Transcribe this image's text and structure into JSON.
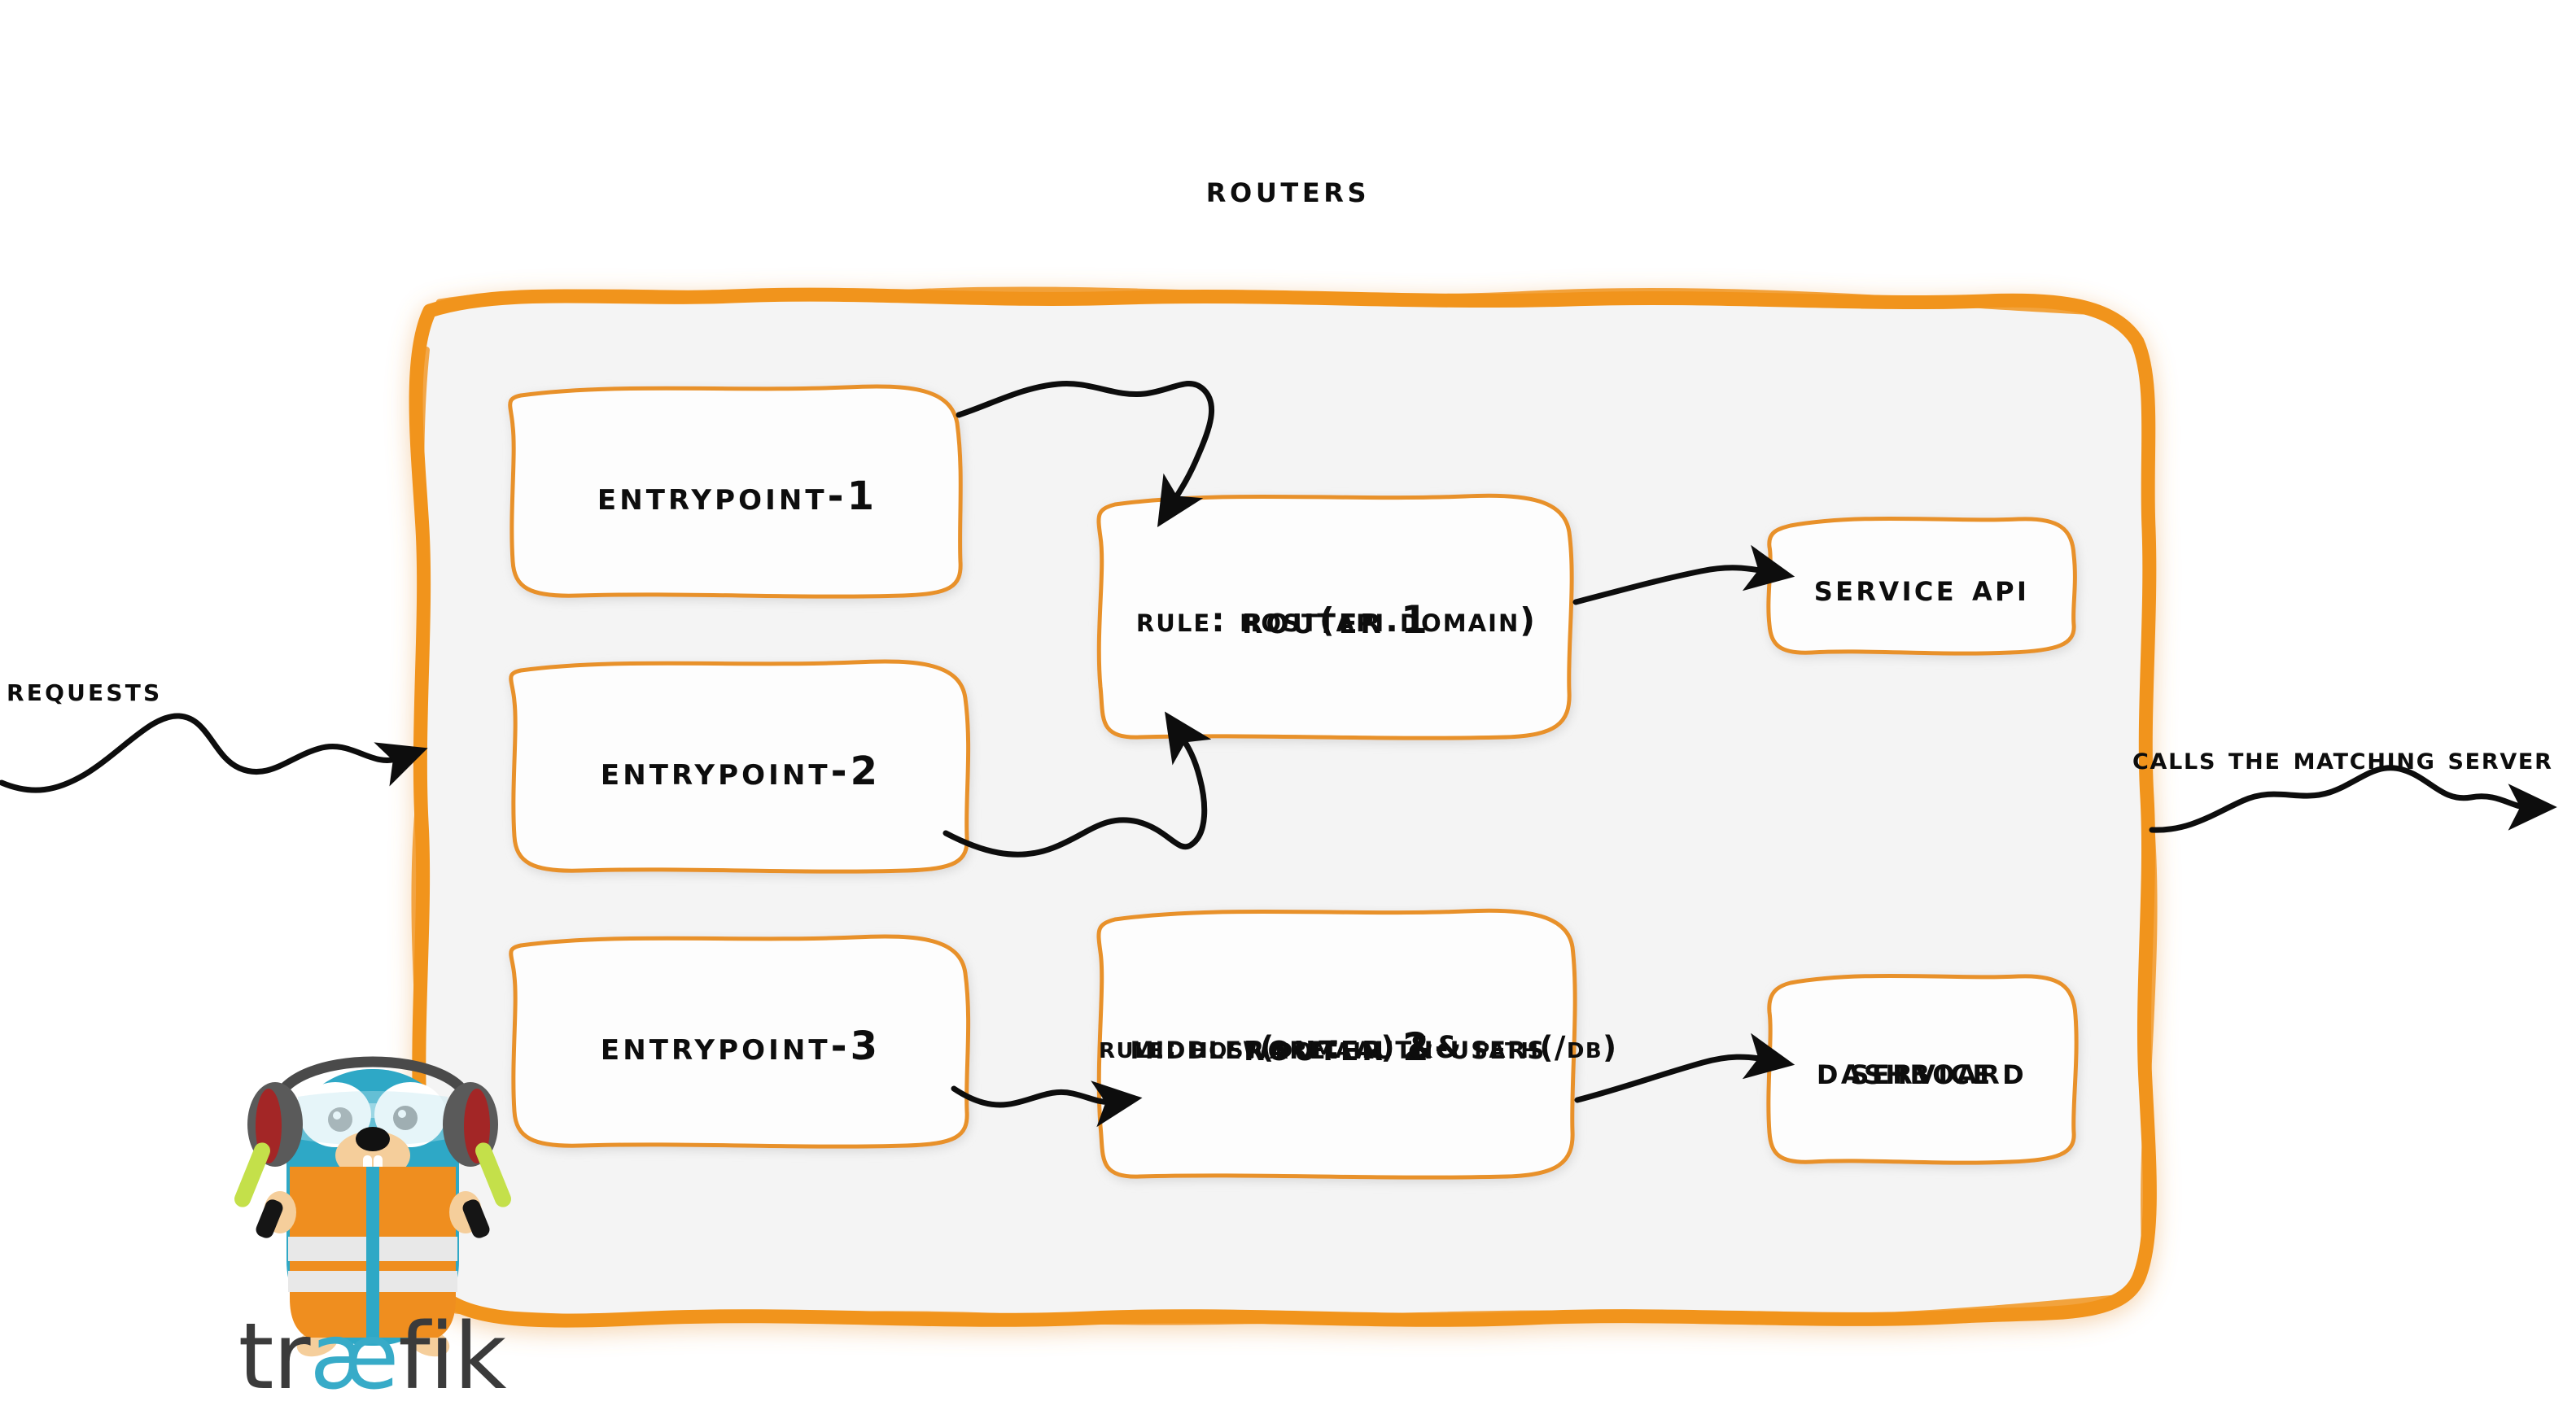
{
  "diagram": {
    "title": "Routers",
    "type": "traefik-routing-architecture",
    "colors": {
      "accent_orange": "#F1941D",
      "container_fill": "#F4F4F4",
      "node_fill": "#FDFDFD",
      "node_stroke": "#E8912A",
      "arrow_black": "#0D0D0D",
      "traefik_blue": "#37ABC8",
      "traefik_dark": "#3B3B3B",
      "vest_orange": "#EF8E1F",
      "wand_green": "#C4E04A"
    }
  },
  "inbound": {
    "label": "Requests",
    "arrow_name": "requests-inbound-arrow"
  },
  "outbound": {
    "label": "Calls the matching server",
    "arrow_name": "calls-server-outbound-arrow"
  },
  "entrypoints": [
    {
      "label": "entrypoint-1"
    },
    {
      "label": "entrypoint-2"
    },
    {
      "label": "entrypoint-3"
    }
  ],
  "routers": [
    {
      "title": "Router 1",
      "lines": [
        {
          "text": "rule: Host(api.domain)",
          "size": "normal"
        }
      ]
    },
    {
      "title": "Router 2",
      "lines": [
        {
          "text": "rule: Host(domain) && Path(/db)",
          "size": "small"
        },
        {
          "text": "Middleware: auth-users",
          "size": "normal"
        }
      ]
    }
  ],
  "services": [
    {
      "lines": [
        "Service API"
      ]
    },
    {
      "lines": [
        "Service",
        "Dashboard"
      ]
    }
  ],
  "connections": [
    {
      "from": "entrypoint-1",
      "to": "router-1"
    },
    {
      "from": "entrypoint-2",
      "to": "router-1"
    },
    {
      "from": "entrypoint-3",
      "to": "router-2"
    },
    {
      "from": "router-1",
      "to": "service-api"
    },
    {
      "from": "router-2",
      "to": "service-dashboard"
    }
  ],
  "logo": {
    "wordmark_pre": "tr",
    "wordmark_ae": "æ",
    "wordmark_post": "fik",
    "mascot": "traefik-gopher-mascot"
  }
}
